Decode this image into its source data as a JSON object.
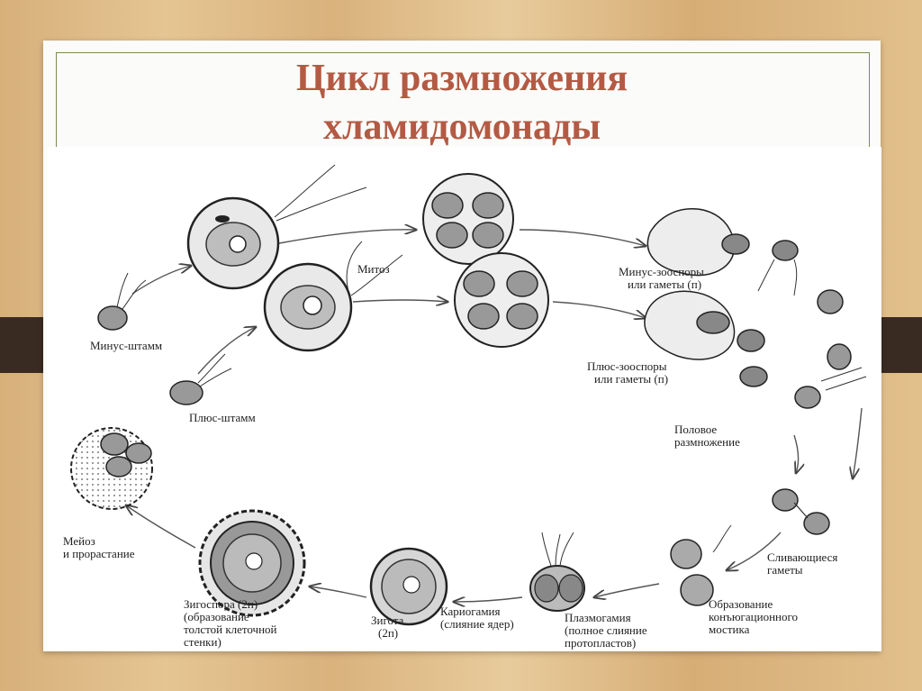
{
  "title_line1": "Цикл размножения",
  "title_line2": "хламидомонады",
  "labels": {
    "minus_strain": "Минус-штамм",
    "plus_strain": "Плюс-штамм",
    "mitosis": "Митоз",
    "minus_zoospores_1": "Минус-зооспоры",
    "minus_zoospores_2": "или гаметы (п)",
    "plus_zoospores_1": "Плюс-зооспоры",
    "plus_zoospores_2": "или гаметы (п)",
    "sexual_1": "Половое",
    "sexual_2": "размножение",
    "fusing_1": "Сливающиеся",
    "fusing_2": "гаметы",
    "bridge_1": "Образование",
    "bridge_2": "конъюгационного",
    "bridge_3": "мостика",
    "plasmogamy_1": "Плазмогамия",
    "plasmogamy_2": "(полное слияние",
    "plasmogamy_3": "протопластов)",
    "karyogamy_1": "Кариогамия",
    "karyogamy_2": "(слияние ядер)",
    "zygote_1": "Зигота",
    "zygote_2": "(2п)",
    "zygospore_1": "Зигоспора (2п)",
    "zygospore_2": "(образование",
    "zygospore_3": "толстой клеточной",
    "zygospore_4": "стенки)",
    "meiosis_1": "Мейоз",
    "meiosis_2": "и прорастание"
  }
}
